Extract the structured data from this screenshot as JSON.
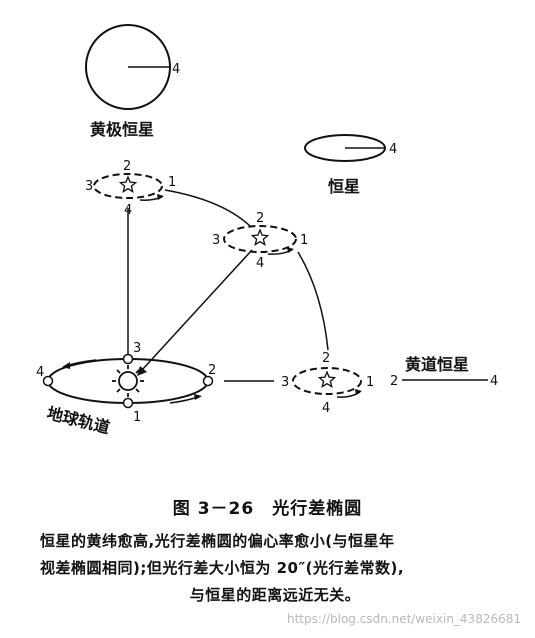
{
  "labels": {
    "pole_star": "黄极恒星",
    "star": "恒星",
    "ecliptic_star": "黄道恒星",
    "earth_orbit": "地球轨道"
  },
  "numbers": {
    "n1": "1",
    "n2": "2",
    "n3": "3",
    "n4": "4"
  },
  "caption": {
    "title": "图 3－26　光行差椭圆",
    "line1": "恒星的黄纬愈高,光行差椭圆的偏心率愈小(与恒星年",
    "line2": "视差椭圆相同);但光行差大小恒为 20″(光行差常数),",
    "line3": "与恒星的距离远近无关。"
  },
  "watermark": "https://blog.csdn.net/weixin_43826681"
}
